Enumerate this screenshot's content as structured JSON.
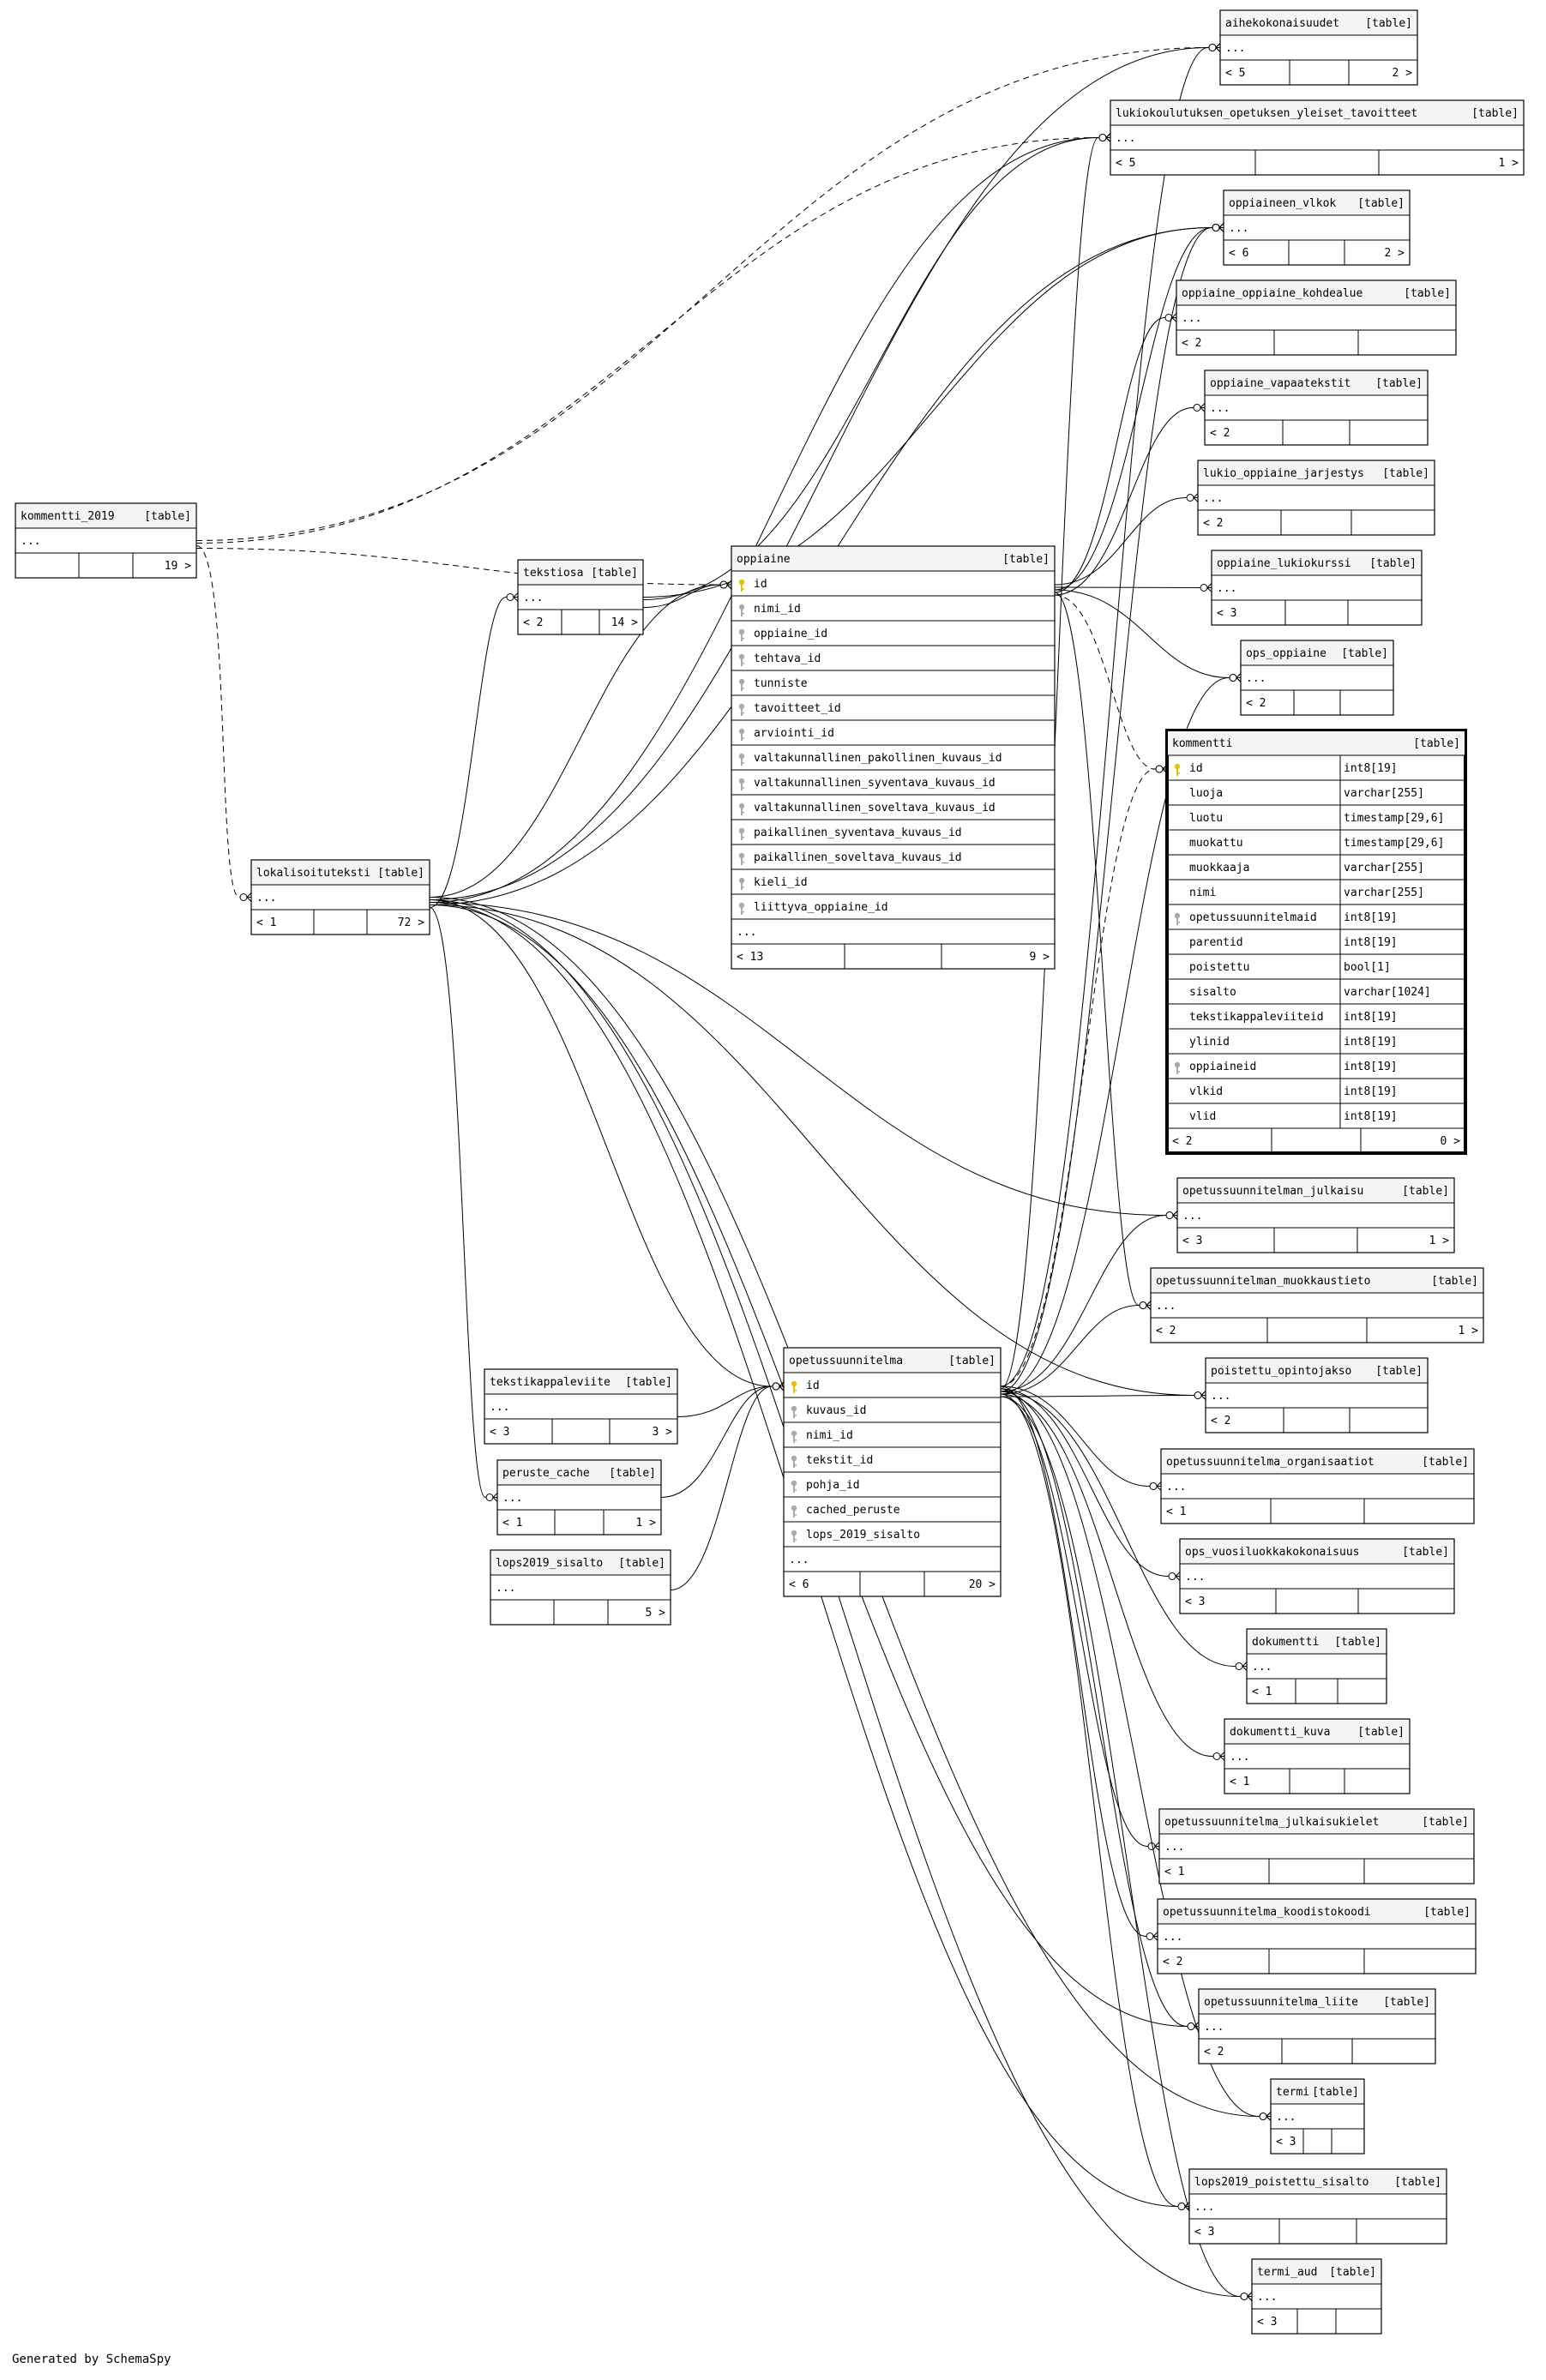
{
  "footer": "Generated by SchemaSpy",
  "colors": {
    "primary_key": "#e6c200",
    "foreign_key": "#aaaaaa",
    "header_fill": "#f4f4f4"
  },
  "tables": [
    {
      "name": "aihekokonaisuudet",
      "tag": "[table]",
      "columns": [],
      "more": "...",
      "parents": "5",
      "children": "2"
    },
    {
      "name": "lukiokoulutuksen_opetuksen_yleiset_tavoitteet",
      "tag": "[table]",
      "columns": [],
      "more": "...",
      "parents": "5",
      "children": "1"
    },
    {
      "name": "oppiaineen_vlkok",
      "tag": "[table]",
      "columns": [],
      "more": "...",
      "parents": "6",
      "children": "2"
    },
    {
      "name": "oppiaine_oppiaine_kohdealue",
      "tag": "[table]",
      "columns": [],
      "more": "...",
      "parents": "2",
      "children": ""
    },
    {
      "name": "oppiaine_vapaatekstit",
      "tag": "[table]",
      "columns": [],
      "more": "...",
      "parents": "2",
      "children": ""
    },
    {
      "name": "lukio_oppiaine_jarjestys",
      "tag": "[table]",
      "columns": [],
      "more": "...",
      "parents": "2",
      "children": ""
    },
    {
      "name": "oppiaine_lukiokurssi",
      "tag": "[table]",
      "columns": [],
      "more": "...",
      "parents": "3",
      "children": ""
    },
    {
      "name": "ops_oppiaine",
      "tag": "[table]",
      "columns": [],
      "more": "...",
      "parents": "2",
      "children": ""
    },
    {
      "name": "kommentti_2019",
      "tag": "[table]",
      "columns": [],
      "more": "...",
      "parents": "",
      "children": "19"
    },
    {
      "name": "tekstiosa",
      "tag": "[table]",
      "columns": [],
      "more": "...",
      "parents": "2",
      "children": "14"
    },
    {
      "name": "oppiaine",
      "tag": "[table]",
      "columns": [
        {
          "name": "id",
          "type": "",
          "key": "pk"
        },
        {
          "name": "nimi_id",
          "type": "",
          "key": "fk"
        },
        {
          "name": "oppiaine_id",
          "type": "",
          "key": "fk"
        },
        {
          "name": "tehtava_id",
          "type": "",
          "key": "fk"
        },
        {
          "name": "tunniste",
          "type": "",
          "key": "fk"
        },
        {
          "name": "tavoitteet_id",
          "type": "",
          "key": "fk"
        },
        {
          "name": "arviointi_id",
          "type": "",
          "key": "fk"
        },
        {
          "name": "valtakunnallinen_pakollinen_kuvaus_id",
          "type": "",
          "key": "fk"
        },
        {
          "name": "valtakunnallinen_syventava_kuvaus_id",
          "type": "",
          "key": "fk"
        },
        {
          "name": "valtakunnallinen_soveltava_kuvaus_id",
          "type": "",
          "key": "fk"
        },
        {
          "name": "paikallinen_syventava_kuvaus_id",
          "type": "",
          "key": "fk"
        },
        {
          "name": "paikallinen_soveltava_kuvaus_id",
          "type": "",
          "key": "fk"
        },
        {
          "name": "kieli_id",
          "type": "",
          "key": "fk"
        },
        {
          "name": "liittyva_oppiaine_id",
          "type": "",
          "key": "fk"
        }
      ],
      "more": "...",
      "parents": "13",
      "children": "9"
    },
    {
      "name": "kommentti",
      "tag": "[table]",
      "columns": [
        {
          "name": "id",
          "type": "int8[19]",
          "key": "pk"
        },
        {
          "name": "luoja",
          "type": "varchar[255]",
          "key": ""
        },
        {
          "name": "luotu",
          "type": "timestamp[29,6]",
          "key": ""
        },
        {
          "name": "muokattu",
          "type": "timestamp[29,6]",
          "key": ""
        },
        {
          "name": "muokkaaja",
          "type": "varchar[255]",
          "key": ""
        },
        {
          "name": "nimi",
          "type": "varchar[255]",
          "key": ""
        },
        {
          "name": "opetussuunnitelmaid",
          "type": "int8[19]",
          "key": "fk"
        },
        {
          "name": "parentid",
          "type": "int8[19]",
          "key": ""
        },
        {
          "name": "poistettu",
          "type": "bool[1]",
          "key": ""
        },
        {
          "name": "sisalto",
          "type": "varchar[1024]",
          "key": ""
        },
        {
          "name": "tekstikappaleviiteid",
          "type": "int8[19]",
          "key": ""
        },
        {
          "name": "ylinid",
          "type": "int8[19]",
          "key": ""
        },
        {
          "name": "oppiaineid",
          "type": "int8[19]",
          "key": "fk"
        },
        {
          "name": "vlkid",
          "type": "int8[19]",
          "key": ""
        },
        {
          "name": "vlid",
          "type": "int8[19]",
          "key": ""
        }
      ],
      "more": "",
      "parents": "2",
      "children": "0"
    },
    {
      "name": "lokalisoituteksti",
      "tag": "[table]",
      "columns": [],
      "more": "...",
      "parents": "1",
      "children": "72"
    },
    {
      "name": "tekstikappaleviite",
      "tag": "[table]",
      "columns": [],
      "more": "...",
      "parents": "3",
      "children": "3"
    },
    {
      "name": "peruste_cache",
      "tag": "[table]",
      "columns": [],
      "more": "...",
      "parents": "1",
      "children": "1"
    },
    {
      "name": "lops2019_sisalto",
      "tag": "[table]",
      "columns": [],
      "more": "...",
      "parents": "",
      "children": "5"
    },
    {
      "name": "opetussuunnitelma",
      "tag": "[table]",
      "columns": [
        {
          "name": "id",
          "type": "",
          "key": "pk"
        },
        {
          "name": "kuvaus_id",
          "type": "",
          "key": "fk"
        },
        {
          "name": "nimi_id",
          "type": "",
          "key": "fk"
        },
        {
          "name": "tekstit_id",
          "type": "",
          "key": "fk"
        },
        {
          "name": "pohja_id",
          "type": "",
          "key": "fk"
        },
        {
          "name": "cached_peruste",
          "type": "",
          "key": "fk"
        },
        {
          "name": "lops_2019_sisalto",
          "type": "",
          "key": "fk"
        }
      ],
      "more": "...",
      "parents": "6",
      "children": "20"
    },
    {
      "name": "opetussuunnitelman_julkaisu",
      "tag": "[table]",
      "columns": [],
      "more": "...",
      "parents": "3",
      "children": "1"
    },
    {
      "name": "opetussuunnitelman_muokkaustieto",
      "tag": "[table]",
      "columns": [],
      "more": "...",
      "parents": "2",
      "children": "1"
    },
    {
      "name": "poistettu_opintojakso",
      "tag": "[table]",
      "columns": [],
      "more": "...",
      "parents": "2",
      "children": ""
    },
    {
      "name": "opetussuunnitelma_organisaatiot",
      "tag": "[table]",
      "columns": [],
      "more": "...",
      "parents": "1",
      "children": ""
    },
    {
      "name": "ops_vuosiluokkakokonaisuus",
      "tag": "[table]",
      "columns": [],
      "more": "...",
      "parents": "3",
      "children": ""
    },
    {
      "name": "dokumentti",
      "tag": "[table]",
      "columns": [],
      "more": "...",
      "parents": "1",
      "children": ""
    },
    {
      "name": "dokumentti_kuva",
      "tag": "[table]",
      "columns": [],
      "more": "...",
      "parents": "1",
      "children": ""
    },
    {
      "name": "opetussuunnitelma_julkaisukielet",
      "tag": "[table]",
      "columns": [],
      "more": "...",
      "parents": "1",
      "children": ""
    },
    {
      "name": "opetussuunnitelma_koodistokoodi",
      "tag": "[table]",
      "columns": [],
      "more": "...",
      "parents": "2",
      "children": ""
    },
    {
      "name": "opetussuunnitelma_liite",
      "tag": "[table]",
      "columns": [],
      "more": "...",
      "parents": "2",
      "children": ""
    },
    {
      "name": "termi",
      "tag": "[table]",
      "columns": [],
      "more": "...",
      "parents": "3",
      "children": ""
    },
    {
      "name": "lops2019_poistettu_sisalto",
      "tag": "[table]",
      "columns": [],
      "more": "...",
      "parents": "3",
      "children": ""
    },
    {
      "name": "termi_aud",
      "tag": "[table]",
      "columns": [],
      "more": "...",
      "parents": "3",
      "children": ""
    }
  ],
  "relationships": [
    {
      "from": "kommentti_2019",
      "to": "aihekokonaisuudet",
      "implied": true
    },
    {
      "from": "kommentti_2019",
      "to": "lukiokoulutuksen_opetuksen_yleiset_tavoitteet",
      "implied": true
    },
    {
      "from": "kommentti_2019",
      "to": "lokalisoituteksti",
      "implied": true
    },
    {
      "from": "kommentti_2019",
      "to": "oppiaine",
      "implied": true
    },
    {
      "from": "oppiaine",
      "to": "kommentti",
      "implied": true
    },
    {
      "from": "opetussuunnitelma",
      "to": "kommentti",
      "implied": true
    },
    {
      "from": "lokalisoituteksti",
      "to": "aihekokonaisuudet",
      "implied": false
    },
    {
      "from": "lokalisoituteksti",
      "to": "lukiokoulutuksen_opetuksen_yleiset_tavoitteet",
      "implied": false
    },
    {
      "from": "lokalisoituteksti",
      "to": "oppiaineen_vlkok",
      "implied": false
    },
    {
      "from": "lokalisoituteksti",
      "to": "tekstiosa",
      "implied": false
    },
    {
      "from": "lokalisoituteksti",
      "to": "oppiaine",
      "implied": false
    },
    {
      "from": "lokalisoituteksti",
      "to": "opetussuunnitelma",
      "implied": false
    },
    {
      "from": "lokalisoituteksti",
      "to": "opetussuunnitelman_julkaisu",
      "implied": false
    },
    {
      "from": "lokalisoituteksti",
      "to": "poistettu_opintojakso",
      "implied": false
    },
    {
      "from": "lokalisoituteksti",
      "to": "peruste_cache",
      "implied": false
    },
    {
      "from": "lokalisoituteksti",
      "to": "termi",
      "implied": false
    },
    {
      "from": "lokalisoituteksti",
      "to": "termi_aud",
      "implied": false
    },
    {
      "from": "lokalisoituteksti",
      "to": "lops2019_poistettu_sisalto",
      "implied": false
    },
    {
      "from": "lokalisoituteksti",
      "to": "opetussuunnitelma_liite",
      "implied": false
    },
    {
      "from": "tekstiosa",
      "to": "oppiaine",
      "implied": false
    },
    {
      "from": "tekstiosa",
      "to": "oppiaineen_vlkok",
      "implied": false
    },
    {
      "from": "tekstiosa",
      "to": "lukiokoulutuksen_opetuksen_yleiset_tavoitteet",
      "implied": false
    },
    {
      "from": "oppiaine",
      "to": "oppiaineen_vlkok",
      "implied": false
    },
    {
      "from": "oppiaine",
      "to": "oppiaine_oppiaine_kohdealue",
      "implied": false
    },
    {
      "from": "oppiaine",
      "to": "oppiaine_vapaatekstit",
      "implied": false
    },
    {
      "from": "oppiaine",
      "to": "lukio_oppiaine_jarjestys",
      "implied": false
    },
    {
      "from": "oppiaine",
      "to": "oppiaine_lukiokurssi",
      "implied": false
    },
    {
      "from": "oppiaine",
      "to": "ops_oppiaine",
      "implied": false
    },
    {
      "from": "oppiaine",
      "to": "opetussuunnitelman_muokkaustieto",
      "implied": false
    },
    {
      "from": "tekstikappaleviite",
      "to": "opetussuunnitelma",
      "implied": false
    },
    {
      "from": "peruste_cache",
      "to": "opetussuunnitelma",
      "implied": false
    },
    {
      "from": "lops2019_sisalto",
      "to": "opetussuunnitelma",
      "implied": false
    },
    {
      "from": "opetussuunnitelma",
      "to": "opetussuunnitelman_julkaisu",
      "implied": false
    },
    {
      "from": "opetussuunnitelma",
      "to": "opetussuunnitelman_muokkaustieto",
      "implied": false
    },
    {
      "from": "opetussuunnitelma",
      "to": "poistettu_opintojakso",
      "implied": false
    },
    {
      "from": "opetussuunnitelma",
      "to": "opetussuunnitelma_organisaatiot",
      "implied": false
    },
    {
      "from": "opetussuunnitelma",
      "to": "ops_vuosiluokkakokonaisuus",
      "implied": false
    },
    {
      "from": "opetussuunnitelma",
      "to": "dokumentti",
      "implied": false
    },
    {
      "from": "opetussuunnitelma",
      "to": "dokumentti_kuva",
      "implied": false
    },
    {
      "from": "opetussuunnitelma",
      "to": "opetussuunnitelma_julkaisukielet",
      "implied": false
    },
    {
      "from": "opetussuunnitelma",
      "to": "opetussuunnitelma_koodistokoodi",
      "implied": false
    },
    {
      "from": "opetussuunnitelma",
      "to": "opetussuunnitelma_liite",
      "implied": false
    },
    {
      "from": "opetussuunnitelma",
      "to": "termi",
      "implied": false
    },
    {
      "from": "opetussuunnitelma",
      "to": "lops2019_poistettu_sisalto",
      "implied": false
    },
    {
      "from": "opetussuunnitelma",
      "to": "termi_aud",
      "implied": false
    },
    {
      "from": "opetussuunnitelma",
      "to": "aihekokonaisuudet",
      "implied": false
    },
    {
      "from": "opetussuunnitelma",
      "to": "lukiokoulutuksen_opetuksen_yleiset_tavoitteet",
      "implied": false
    },
    {
      "from": "opetussuunnitelma",
      "to": "oppiaineen_vlkok",
      "implied": false
    },
    {
      "from": "opetussuunnitelma",
      "to": "ops_oppiaine",
      "implied": false
    }
  ]
}
